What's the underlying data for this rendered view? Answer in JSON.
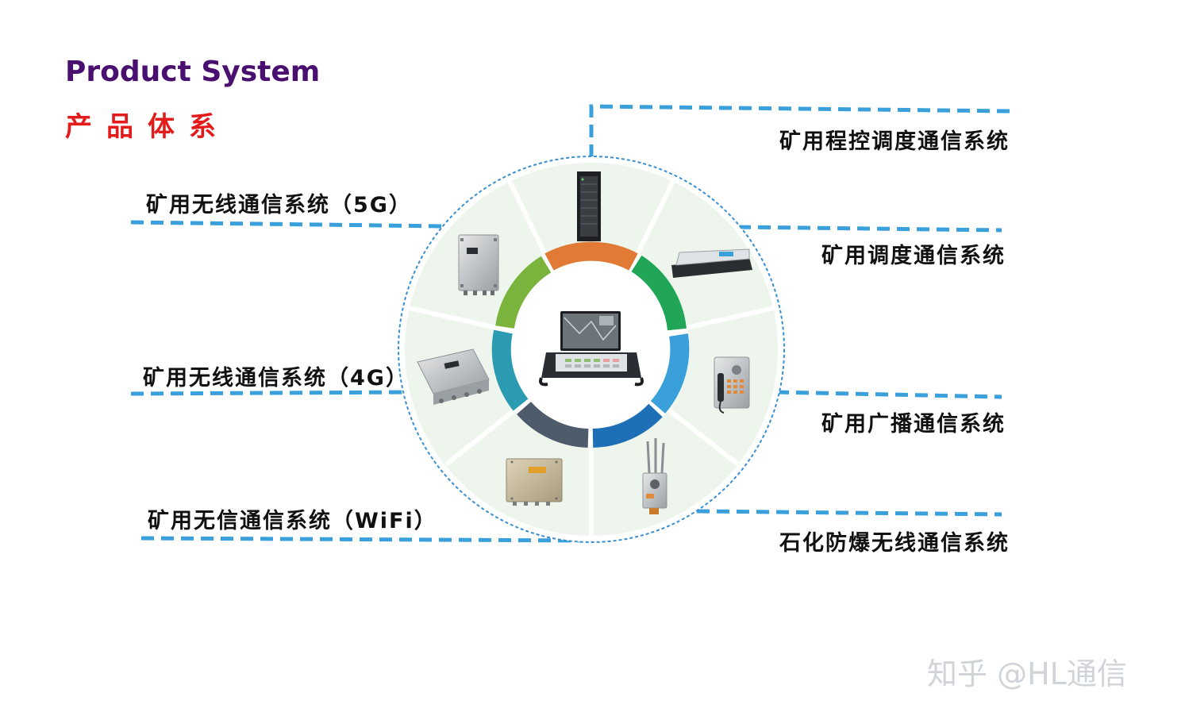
{
  "header": {
    "title_en": "Product System",
    "title_cn": "产品体系"
  },
  "systems": {
    "program_dispatch": "矿用程控调度通信系统",
    "dispatch": "矿用调度通信系统",
    "broadcast": "矿用广播通信系统",
    "petrochemical": "石化防爆无线通信系统",
    "wireless_5g": "矿用无线通信系统（5G）",
    "wireless_4g": "矿用无线通信系统（4G）",
    "wifi": "矿用无信通信系统（WiFi）"
  },
  "watermark": "知乎 @HL通信",
  "colors": {
    "title_en": "#4a1070",
    "title_cn": "#e31b1b",
    "dashed_line": "#3aa0dc",
    "wheel_bg": "#edf5ec",
    "ring_segments": [
      "#e07a35",
      "#21a658",
      "#3aa0dc",
      "#1e6fb5",
      "#4d5b6a",
      "#2a9bb0",
      "#7bb43c"
    ]
  },
  "icons": [
    "server-rack-icon",
    "rack-server-icon",
    "wall-telephone-icon",
    "explosion-proof-radio-icon",
    "junction-box-icon",
    "base-station-4g-icon",
    "base-station-5g-icon",
    "dispatch-console-icon"
  ]
}
